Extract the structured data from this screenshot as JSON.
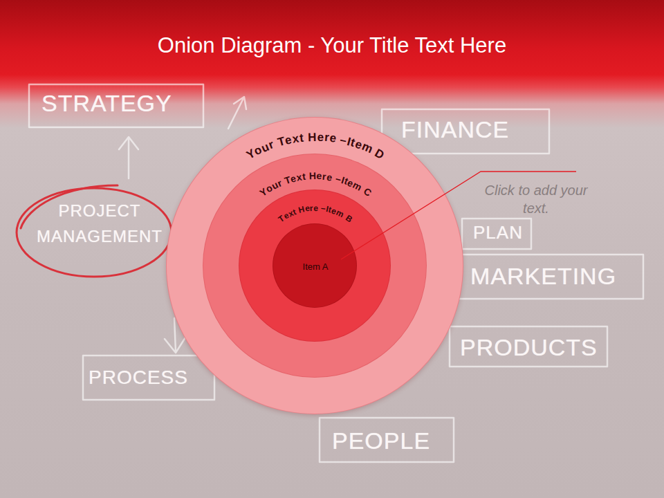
{
  "diagram": {
    "title": "Onion Diagram - Your Title Text Here",
    "nodes": [
      {
        "text": [
          "Your Text Here –Item D"
        ]
      },
      {
        "text": [
          "Your Text Here –Item C"
        ],
        "in": 0
      },
      {
        "text": [
          "Text Here –Item B"
        ],
        "in": 1
      },
      {
        "text": [
          "Item A"
        ],
        "in": 2
      }
    ],
    "labels": [
      "STRATEGY",
      "FINANCE",
      "PLAN",
      "PROJECT MANAGEMENT",
      "MARKETING",
      "PRODUCTS",
      "PROCESS",
      "PEOPLE",
      "Click to add your text."
    ]
  }
}
